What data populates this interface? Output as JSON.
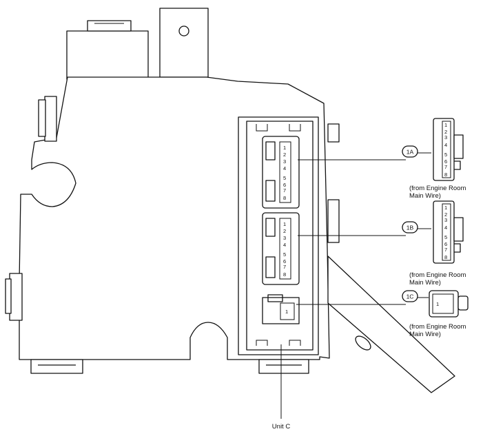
{
  "diagram": {
    "unit_label": "Unit C",
    "connectors": [
      {
        "id": "1A",
        "note_line1": "(from Engine Room",
        "note_line2": "Main Wire)",
        "pins": [
          "1",
          "2",
          "3",
          "4",
          "5",
          "6",
          "7",
          "8"
        ]
      },
      {
        "id": "1B",
        "note_line1": "(from Engine Room",
        "note_line2": "Main Wire)",
        "pins": [
          "1",
          "2",
          "3",
          "4",
          "5",
          "6",
          "7",
          "8"
        ]
      },
      {
        "id": "1C",
        "note_line1": "(from Engine Room",
        "note_line2": "Main Wire)",
        "pins": [
          "1"
        ]
      }
    ]
  }
}
